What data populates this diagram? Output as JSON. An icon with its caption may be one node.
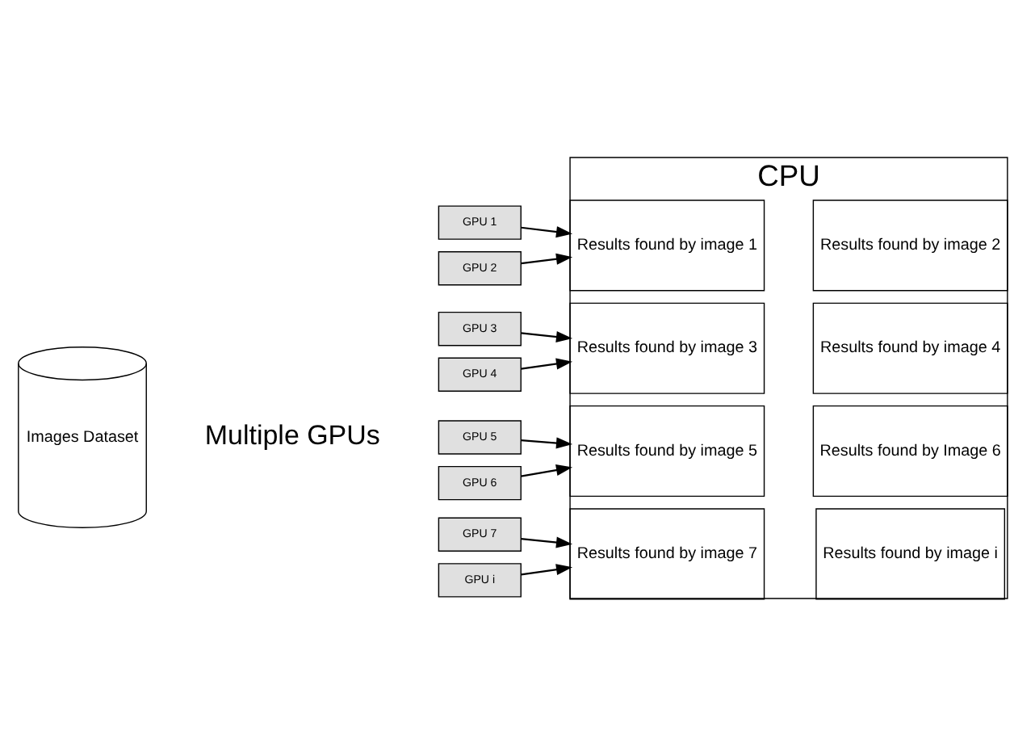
{
  "diagram": {
    "nodes": [
      {
        "text": [
          "Images Dataset"
        ]
      },
      {
        "text": [
          "GPU 1"
        ]
      },
      {
        "text": [
          "GPU 2"
        ]
      },
      {
        "text": [
          "GPU 3"
        ]
      },
      {
        "text": [
          "GPU 4"
        ]
      },
      {
        "text": [
          "GPU 5"
        ]
      },
      {
        "text": [
          "GPU 6"
        ]
      },
      {
        "text": [
          "GPU 7"
        ]
      },
      {
        "text": [
          "GPU i"
        ]
      },
      {
        "text": [
          "CPU"
        ]
      },
      {
        "text": [
          "Results found by image 1"
        ],
        "in": 9
      },
      {
        "text": [
          "Results found by image 2"
        ],
        "in": 9
      },
      {
        "text": [
          "Results found by image 3"
        ],
        "in": 9
      },
      {
        "text": [
          "Results found by image 4"
        ],
        "in": 9
      },
      {
        "text": [
          "Results found by image 5"
        ],
        "in": 9
      },
      {
        "text": [
          "Results found by Image 6"
        ],
        "in": 9
      },
      {
        "text": [
          "Results found by image 7"
        ],
        "in": 9
      },
      {
        "text": [
          "Results found by image i"
        ],
        "in": 9
      }
    ],
    "edges": [
      {
        "from": 1,
        "to": 10,
        "arrow": "to"
      },
      {
        "from": 2,
        "to": 10,
        "arrow": "to"
      },
      {
        "from": 3,
        "to": 12,
        "arrow": "to"
      },
      {
        "from": 4,
        "to": 12,
        "arrow": "to"
      },
      {
        "from": 5,
        "to": 14,
        "arrow": "to"
      },
      {
        "from": 6,
        "to": 14,
        "arrow": "to"
      },
      {
        "from": 7,
        "to": 16,
        "arrow": "to"
      },
      {
        "from": 8,
        "to": 16,
        "arrow": "to"
      }
    ],
    "labels": [
      "Multiple GPUs"
    ]
  }
}
